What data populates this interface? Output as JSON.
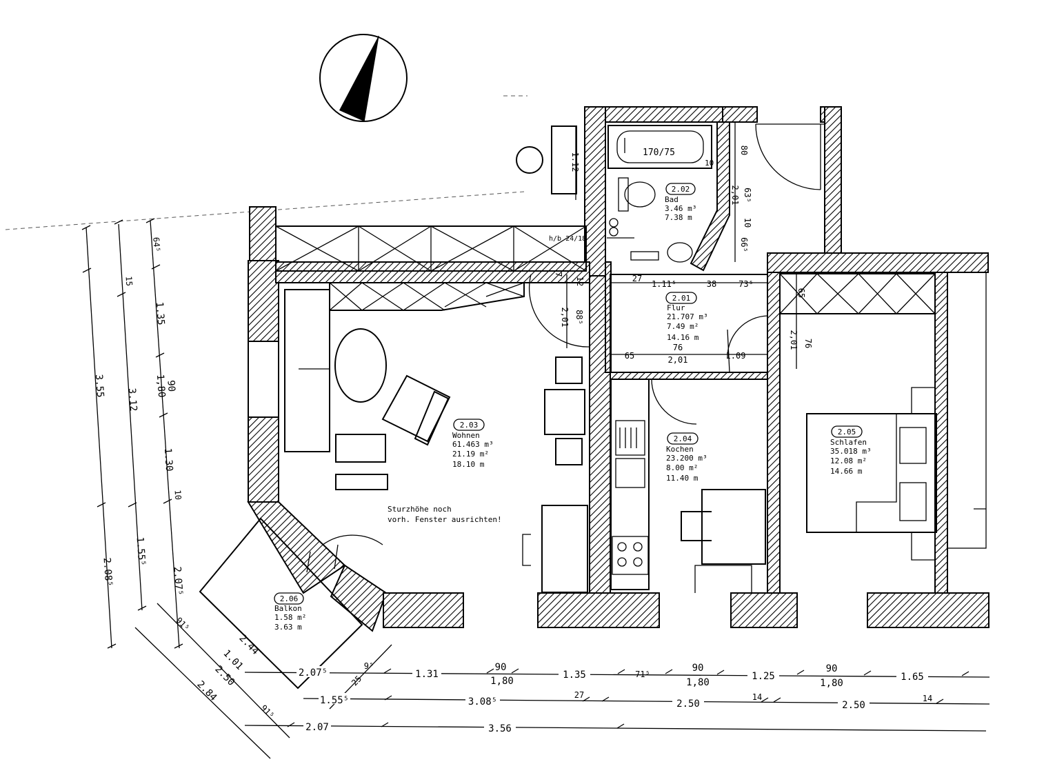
{
  "rooms": [
    {
      "number": "2.02",
      "name": "Bad",
      "volume": "3.46 m³",
      "area": "7.38 m"
    },
    {
      "number": "2.01",
      "name": "Flur",
      "volume": "21.707 m³",
      "area": "7.49 m²",
      "perimeter": "14.16 m"
    },
    {
      "number": "2.03",
      "name": "Wohnen",
      "volume": "61.463 m³",
      "area": "21.19 m²",
      "perimeter": "18.10 m"
    },
    {
      "number": "2.04",
      "name": "Kochen",
      "volume": "23.200 m³",
      "area": "8.00 m²",
      "perimeter": "11.40 m"
    },
    {
      "number": "2.05",
      "name": "Schlafen",
      "volume": "35.018 m³",
      "area": "12.08 m²",
      "perimeter": "14.66 m"
    },
    {
      "number": "2.06",
      "name": "Balkon",
      "volume": "1.58 m²",
      "area": "3.63 m"
    }
  ],
  "annotations": {
    "bathtub": "170/75",
    "tub_10": "10",
    "chimney": "h/b 24/18",
    "note_line1": "Sturzhöhe noch",
    "note_line2": "vorh. Fenster ausrichten!"
  },
  "dims": {
    "left_355": "3.55",
    "left_312": "3.12",
    "left_208": "2.08⁵",
    "left_15": "15",
    "left_155": "1.55⁵",
    "left_645": "64⁵",
    "left_135": "1.35",
    "left_90": "90",
    "left_180": "1,80",
    "left_130": "1.30",
    "left_10": "10",
    "left_207": "2.07⁵",
    "bottom_207": "2.07⁵",
    "bottom_95": "9⁵",
    "bottom_131": "1.31",
    "bottom_90a": "90",
    "bottom_180a": "1,80",
    "bottom_135": "1.35",
    "bottom_715": "71⁵",
    "bottom_90b": "90",
    "bottom_180b": "1,80",
    "bottom_125": "1.25",
    "bottom_90c": "90",
    "bottom_180c": "1,80",
    "bottom_165": "1.65",
    "bottom_155": "1.55⁵",
    "bottom_25": "25",
    "bottom_308": "3.08⁵",
    "bottom_27": "27",
    "bottom_250a": "2.50",
    "bottom_14a": "14",
    "bottom_250b": "2.50",
    "bottom_14b": "14",
    "bottom_207b": "2.07",
    "bottom_356": "3.56",
    "diag_915a": "91⁵",
    "diag_101": "1.01",
    "diag_250": "2.50",
    "diag_284": "2.84",
    "diag_915b": "91⁵",
    "diag_244": "2.44",
    "top_112": "1.12",
    "bad_80": "80",
    "bad_635": "63⁵",
    "bad_201": "2,01",
    "bad_10": "10",
    "bad_665": "66⁵",
    "flur_27": "27",
    "flur_1115": "1.11⁵",
    "flur_38": "38",
    "flur_735": "73⁵",
    "flur_65": "65",
    "flur_76": "76",
    "flur_201": "2,01",
    "flur_109": "1.09",
    "wohn_12": "12",
    "wohn_7": "7",
    "wohn_885": "88⁵",
    "wohn_201": "2,01",
    "sch_65": "65",
    "sch_76": "76",
    "sch_201": "2,01"
  }
}
